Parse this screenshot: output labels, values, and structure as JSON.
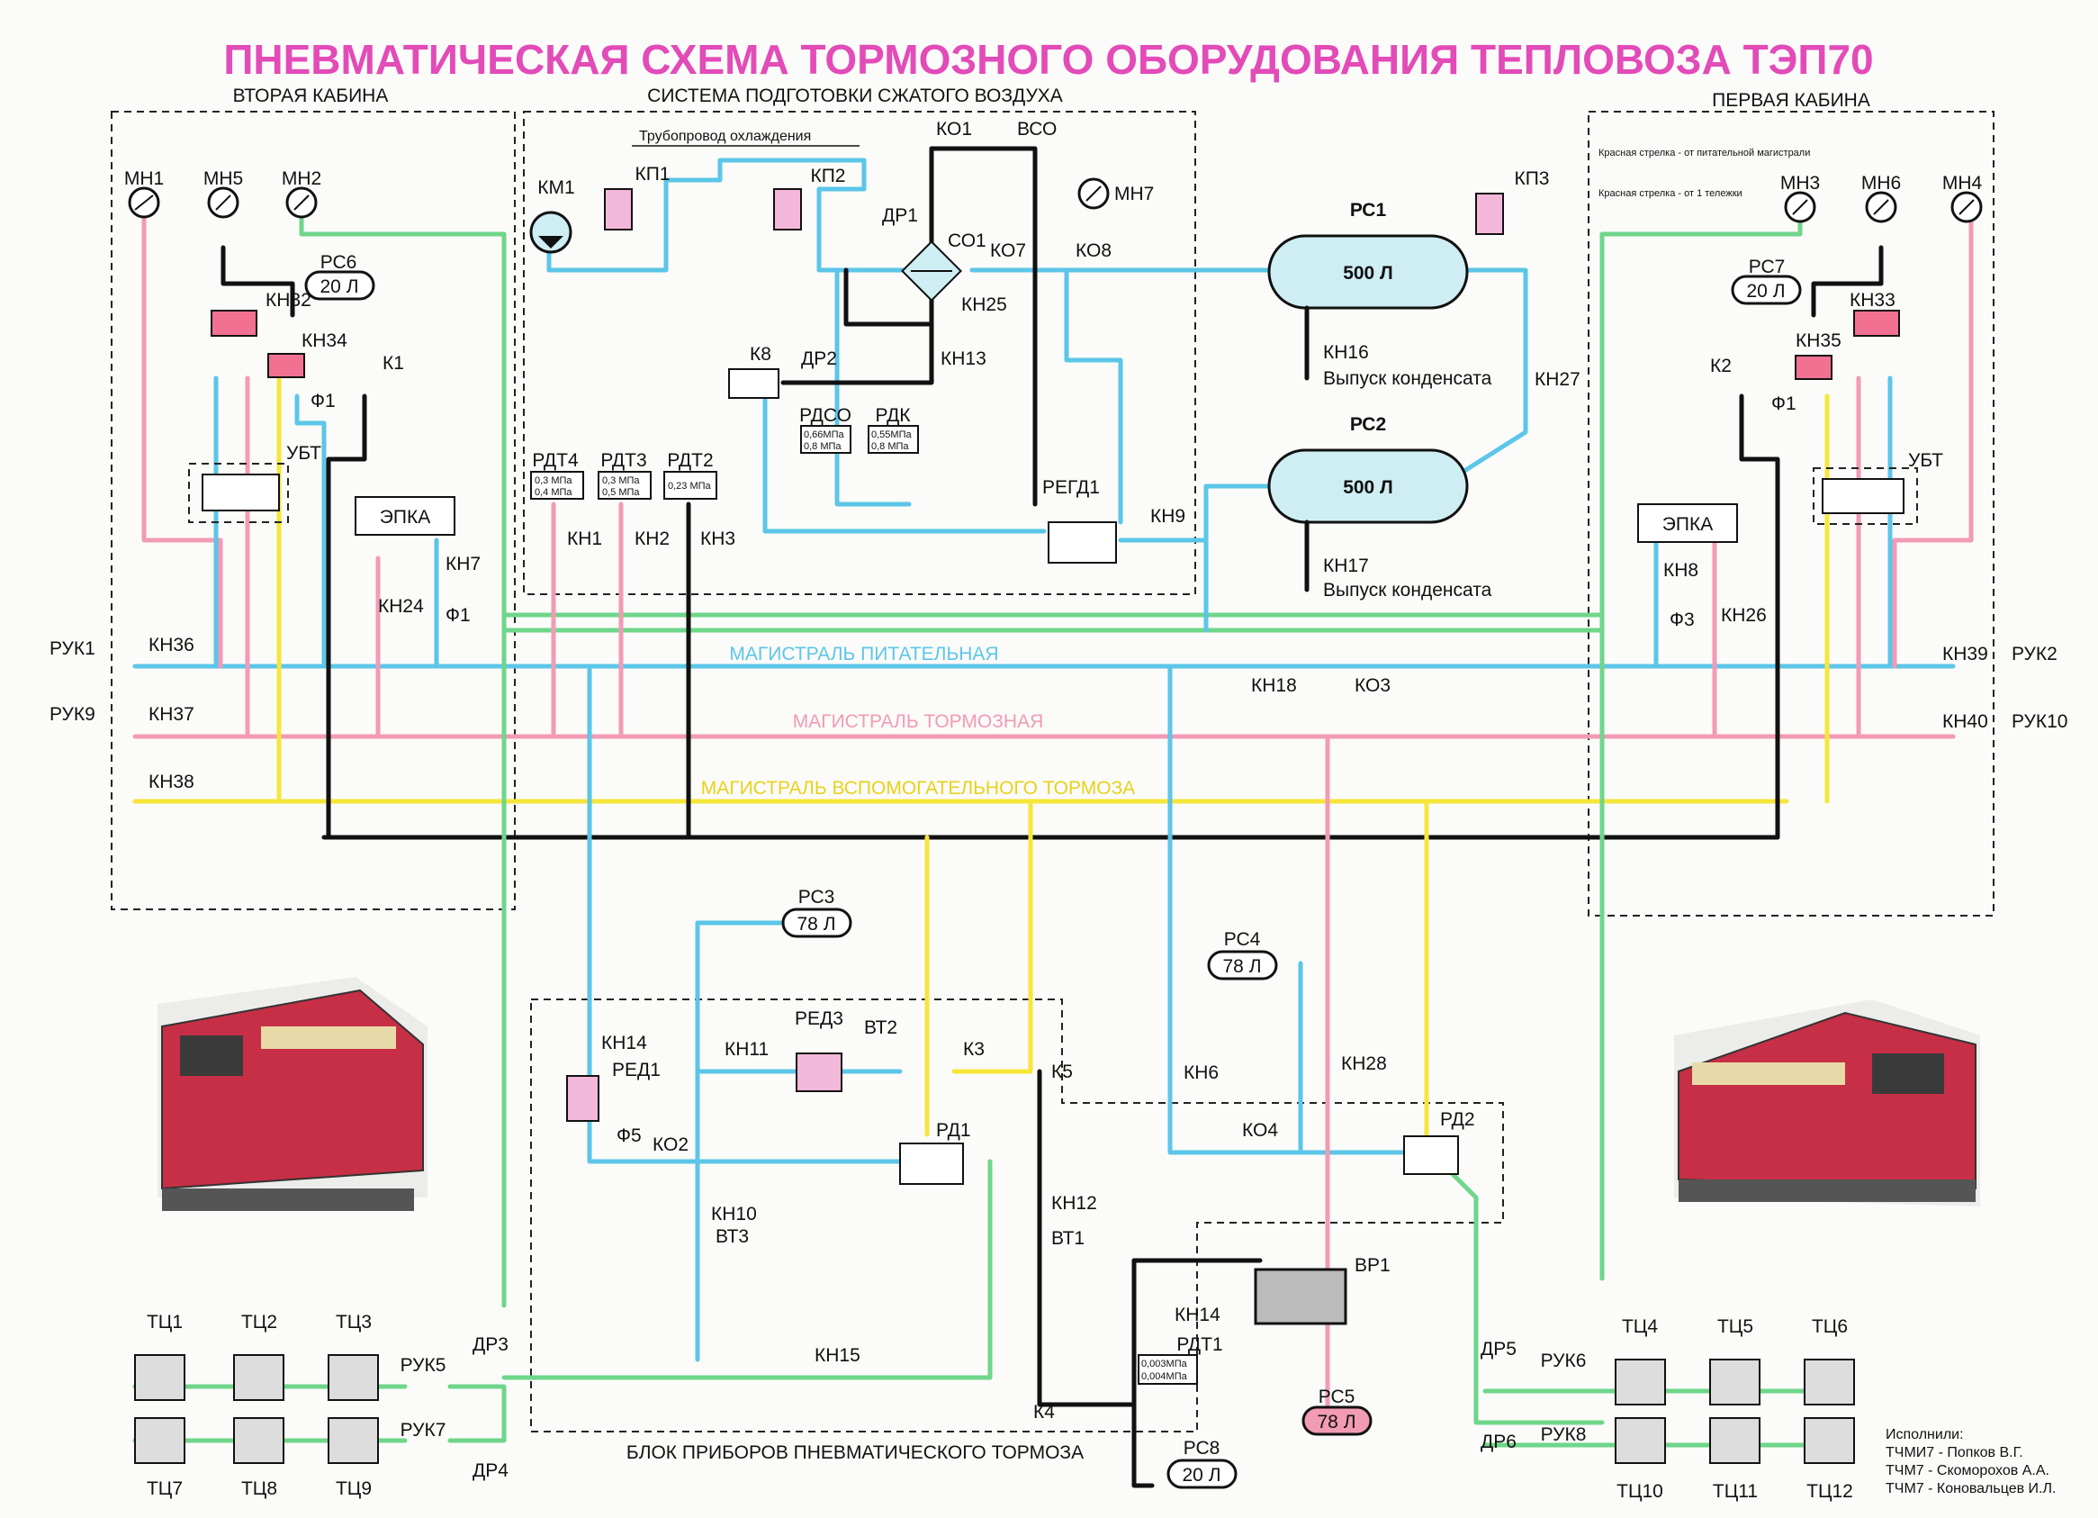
{
  "title": "ПНЕВМАТИЧЕСКАЯ СХЕМА ТОРМОЗНОГО ОБОРУДОВАНИЯ ТЕПЛОВОЗА ТЭП70",
  "sections": {
    "second_cabin": "ВТОРАЯ КАБИНА",
    "air_prep": "СИСТЕМА ПОДГОТОВКИ СЖАТОГО ВОЗДУХА",
    "first_cabin": "ПЕРВАЯ КАБИНА",
    "brake_block": "БЛОК ПРИБОРОВ ПНЕВМАТИЧЕСКОГО ТОРМОЗА",
    "cooling_pipe": "Трубопровод охлаждения"
  },
  "notes": {
    "red_arrow_feed": "Красная стрелка - от питательной магистрали",
    "red_arrow_bogie": "Красная стрелка - от 1 тележки"
  },
  "mains": {
    "feed": "МАГИСТРАЛЬ ПИТАТЕЛЬНАЯ",
    "brake": "МАГИСТРАЛЬ ТОРМОЗНАЯ",
    "aux": "МАГИСТРАЛЬ ВСПОМОГАТЕЛЬНОГО ТОРМОЗА"
  },
  "tanks": {
    "rs1": {
      "name": "РС1",
      "vol": "500 Л"
    },
    "rs2": {
      "name": "РС2",
      "vol": "500 Л"
    },
    "rs3": {
      "name": "РС3",
      "vol": "78 Л"
    },
    "rs4": {
      "name": "РС4",
      "vol": "78 Л"
    },
    "rs5": {
      "name": "РС5",
      "vol": "78 Л"
    },
    "rs6": {
      "name": "РС6",
      "vol": "20 Л"
    },
    "rs7": {
      "name": "РС7",
      "vol": "20 Л"
    },
    "rs8": {
      "name": "РС8",
      "vol": "20 Л"
    }
  },
  "condensate": "Выпуск конденсата",
  "gauges": [
    "МН1",
    "МН5",
    "МН2",
    "МН7",
    "МН3",
    "МН6",
    "МН4"
  ],
  "hoses": {
    "ruk1": "РУК1",
    "ruk9": "РУК9",
    "ruk2": "РУК2",
    "ruk10": "РУК10",
    "ruk5": "РУК5",
    "ruk7": "РУК7",
    "ruk6": "РУК6",
    "ruk8": "РУК8"
  },
  "cylinders": {
    "tc1": "ТЦ1",
    "tc2": "ТЦ2",
    "tc3": "ТЦ3",
    "tc7": "ТЦ7",
    "tc8": "ТЦ8",
    "tc9": "ТЦ9",
    "tc4": "ТЦ4",
    "tc5": "ТЦ5",
    "tc6": "ТЦ6",
    "tc10": "ТЦ10",
    "tc11": "ТЦ11",
    "tc12": "ТЦ12"
  },
  "relays": {
    "rdt4": {
      "name": "РДТ4",
      "a": "0,3 МПа",
      "b": "0,4 МПа"
    },
    "rdt3": {
      "name": "РДТ3",
      "a": "0,3 МПа",
      "b": "0,5 МПа"
    },
    "rdt2": {
      "name": "РДТ2",
      "a": "0,23 МПа"
    },
    "rdso": {
      "name": "РДСО",
      "a": "0,66МПа",
      "b": "0,8 МПа"
    },
    "rdk": {
      "name": "РДК",
      "a": "0,55МПа",
      "b": "0,8 МПа"
    },
    "rdt1": {
      "name": "РДТ1",
      "a": "0,003МПа",
      "b": "0,004МПа"
    }
  },
  "labels": {
    "km1": "КМ1",
    "kp1": "КП1",
    "kp2": "КП2",
    "kp3": "КП3",
    "ko1": "КО1",
    "vso": "ВСО",
    "dr1": "ДР1",
    "co1": "СО1",
    "ko7": "КО7",
    "ko8": "КО8",
    "kn25": "КН25",
    "kn13": "КН13",
    "k8": "К8",
    "dr2": "ДР2",
    "regd1": "РЕГД1",
    "kn9": "КН9",
    "kn16": "КН16",
    "kn17": "КН17",
    "kn27": "КН27",
    "kn32": "КН32",
    "kn34": "КН34",
    "k1": "К1",
    "f1a": "Ф1",
    "ubt_l": "УБТ",
    "epka_l": "ЭПКА",
    "kn7": "КН7",
    "kn24": "КН24",
    "f1b": "Ф1",
    "kn36": "КН36",
    "kn37": "КН37",
    "kn38": "КН38",
    "kn1": "КН1",
    "kn2": "КН2",
    "kn3": "КН3",
    "kn33": "КН33",
    "kn35": "КН35",
    "k2": "К2",
    "f1c": "Ф1",
    "ubt_r": "УБТ",
    "epka_r": "ЭПКА",
    "kn8": "КН8",
    "kn26": "КН26",
    "f3": "Ф3",
    "kn39": "КН39",
    "kn40": "КН40",
    "kn18": "КН18",
    "ko3": "КО3",
    "kn14a": "КН14",
    "red1": "РЕД1",
    "kn11": "КН11",
    "red3": "РЕД3",
    "vt2": "ВТ2",
    "k3": "К3",
    "k5": "К5",
    "f5": "Ф5",
    "ko2": "КО2",
    "rd1": "РД1",
    "kn10": "КН10",
    "vt3": "ВТ3",
    "kn12": "КН12",
    "vt1": "ВТ1",
    "kn15": "КН15",
    "k4": "К4",
    "kn6": "КН6",
    "kn28": "КН28",
    "ko4": "КО4",
    "rd2": "РД2",
    "vr1": "ВР1",
    "kn14b": "КН14",
    "dr3": "ДР3",
    "dr4": "ДР4",
    "dr5": "ДР5",
    "dr6": "ДР6"
  },
  "authors": [
    "Исполнили:",
    "ТЧМИ7 - Попков В.Г.",
    "ТЧМ7 - Скоморохов А.А.",
    "ТЧМ7 - Коновальцев И.Л."
  ],
  "colors": {
    "feed": "#5bc6e8",
    "brake": "#f29bb4",
    "aux": "#f7e63a",
    "cylinder": "#6fd68a",
    "control": "#111111",
    "title": "#e24bb8"
  }
}
